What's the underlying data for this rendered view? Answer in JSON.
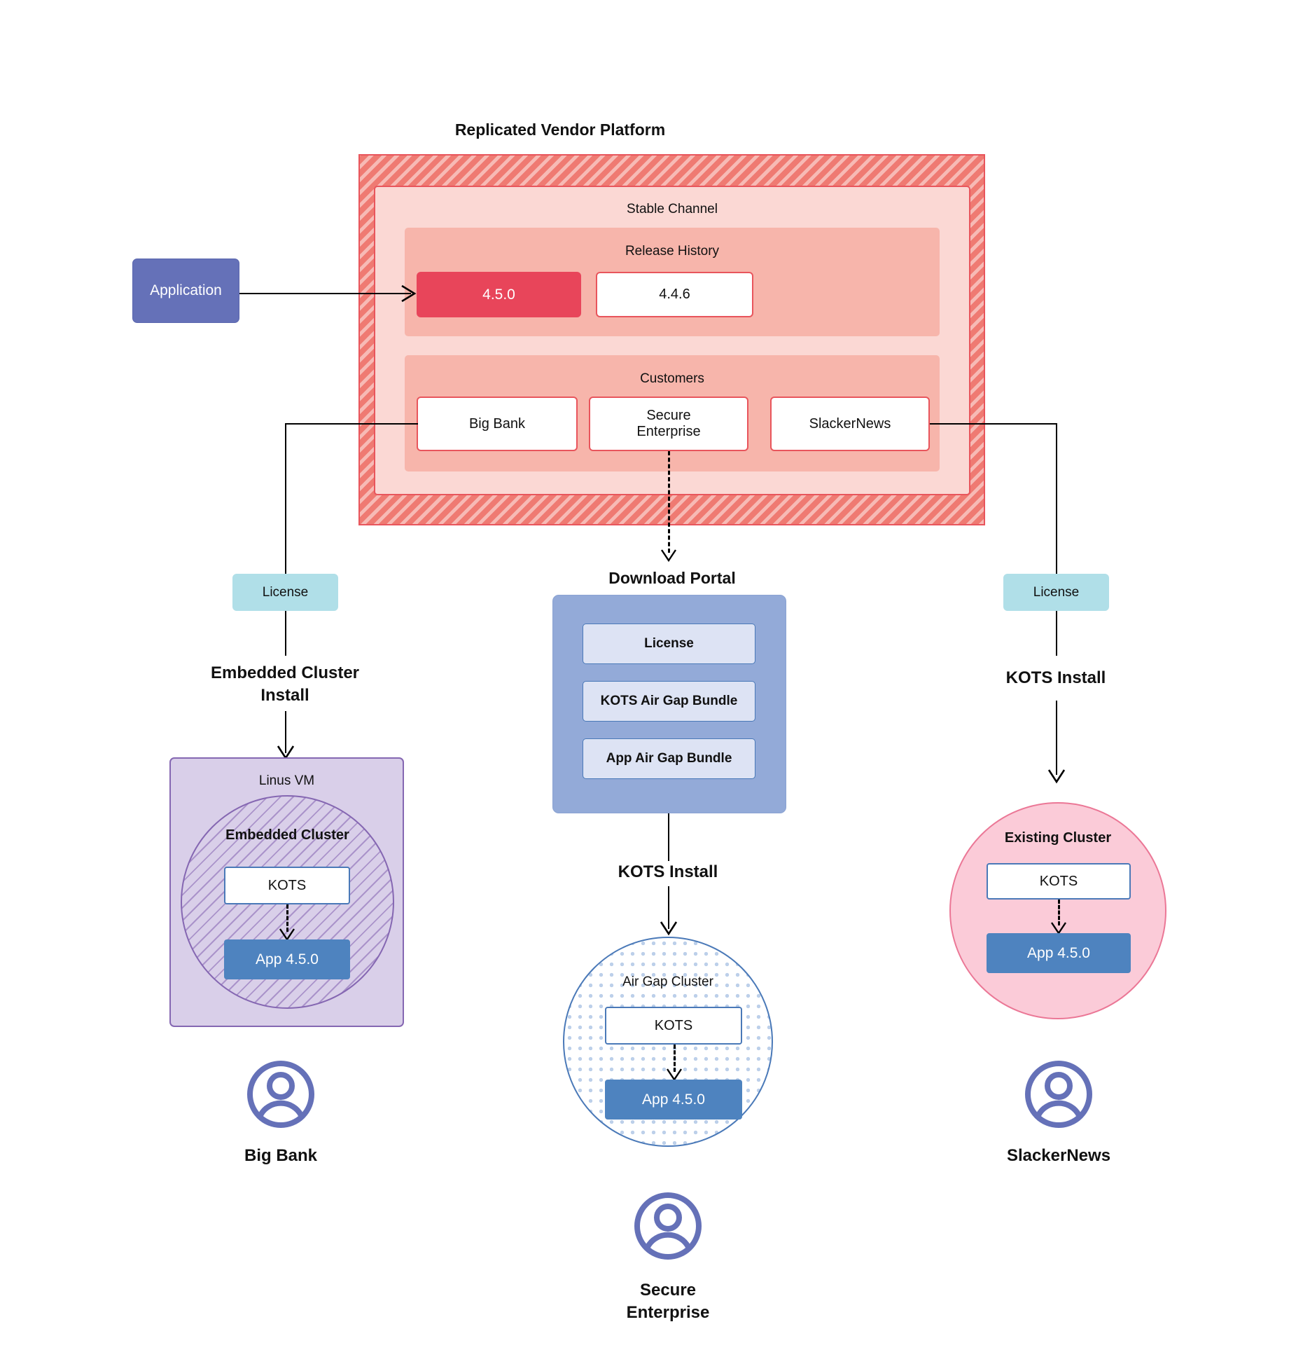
{
  "diagram": {
    "title": "Replicated Vendor Platform",
    "source": {
      "application_label": "Application"
    },
    "channel": {
      "name": "Stable Channel",
      "release_history": {
        "label": "Release History",
        "releases": [
          {
            "version": "4.5.0",
            "state": "active"
          },
          {
            "version": "4.4.6",
            "state": "previous"
          }
        ]
      },
      "customers": {
        "label": "Customers",
        "items": [
          {
            "name": "Big Bank"
          },
          {
            "name": "Secure\nEnterprise",
            "line1": "Secure",
            "line2": "Enterprise"
          },
          {
            "name": "SlackerNews"
          }
        ]
      }
    },
    "license_badges": {
      "left": "License",
      "right": "License"
    },
    "download_portal": {
      "title": "Download  Portal",
      "items": [
        "License",
        "KOTS Air Gap Bundle",
        "App Air Gap Bundle"
      ]
    },
    "flows": {
      "left": {
        "line1": "Embedded Cluster",
        "line2": "Install"
      },
      "center_from_portal": "KOTS Install",
      "right": "KOTS Install"
    },
    "targets": {
      "left": {
        "host_label": "Linus VM",
        "cluster_label": "Embedded Cluster",
        "kots_label": "KOTS",
        "app_label": "App 4.5.0",
        "customer_line1": "Big Bank",
        "customer_line2": ""
      },
      "center": {
        "cluster_label": "Air Gap Cluster",
        "kots_label": "KOTS",
        "app_label": "App 4.5.0",
        "customer_line1": "Secure",
        "customer_line2": "Enterprise"
      },
      "right": {
        "cluster_label": "Existing Cluster",
        "kots_label": "KOTS",
        "app_label": "App 4.5.0",
        "customer_line1": "SlackerNews",
        "customer_line2": ""
      }
    },
    "colors": {
      "platform_hatch": "#ef7a72",
      "platform_border": "#e8555c",
      "channel_bg": "#fbd8d4",
      "subpanel_bg": "#f7b5ab",
      "release_active": "#e8455a",
      "application": "#6571b8",
      "license": "#b0dfe8",
      "portal": "#93aad8",
      "portal_item": "#dde3f4",
      "vm": "#d9cfe9",
      "vm_border": "#8567b2",
      "existing_cluster": "#fbcbd8",
      "existing_cluster_border": "#eb7796",
      "app_version": "#4e83bf",
      "kots_border": "#4a79b8",
      "avatar": "#6571b8"
    }
  }
}
